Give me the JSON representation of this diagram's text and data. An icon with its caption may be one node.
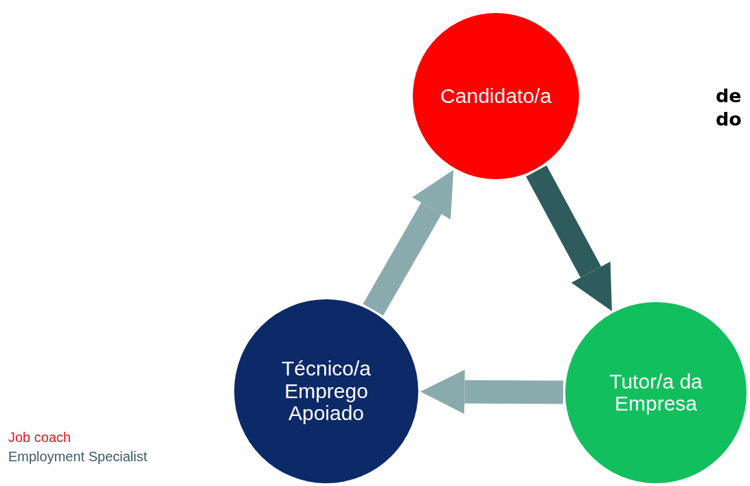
{
  "diagram": {
    "nodes": [
      {
        "text": [
          "Candidato/a"
        ]
      },
      {
        "text": [
          "Técnico/a Emprego Apoiado"
        ]
      },
      {
        "text": [
          "Tutor/a da Empresa"
        ]
      }
    ],
    "edges": [
      {
        "from": 0,
        "to": 2,
        "arrow": "to",
        "color": "#2e5b5c"
      },
      {
        "from": 2,
        "to": 1,
        "arrow": "to"
      },
      {
        "from": 1,
        "to": 0,
        "arrow": "to"
      }
    ],
    "labels": [
      "de",
      "do",
      "Job coach",
      "Employment Specialist"
    ]
  }
}
